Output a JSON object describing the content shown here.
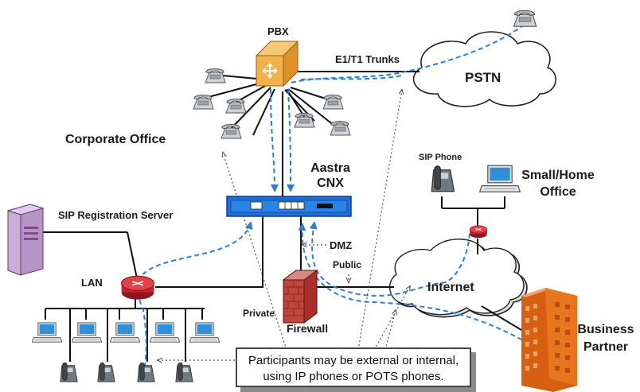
{
  "labels": {
    "pbx": "PBX",
    "e1t1": "E1/T1 Trunks",
    "pstn": "PSTN",
    "corporate": "Corporate Office",
    "aastra1": "Aastra",
    "aastra2": "CNX",
    "sip_phone": "SIP Phone",
    "small_home1": "Small/Home",
    "small_home2": "Office",
    "sip_reg": "SIP Registration Server",
    "dmz": "DMZ",
    "public": "Public",
    "lan": "LAN",
    "internet": "Internet",
    "private": "Private",
    "firewall": "Firewall",
    "business1": "Business",
    "business2": "Partner"
  },
  "callout": {
    "line1": "Participants may be external or internal,",
    "line2": "using IP phones or POTS phones."
  },
  "colors": {
    "accent_blue": "#2f7fd0",
    "network_line": "#111111",
    "router_red": "#c8202a",
    "cnx_blue": "#1f6fd6",
    "pbx_orange": "#f2b24a",
    "server_purple": "#c9a9d6",
    "building_orange": "#e8761f"
  },
  "icons": [
    "pbx-switch-icon",
    "desk-phone-icon",
    "sip-phone-icon",
    "computer-icon",
    "server-icon",
    "router-icon",
    "firewall-icon",
    "cloud-icon",
    "building-icon"
  ]
}
